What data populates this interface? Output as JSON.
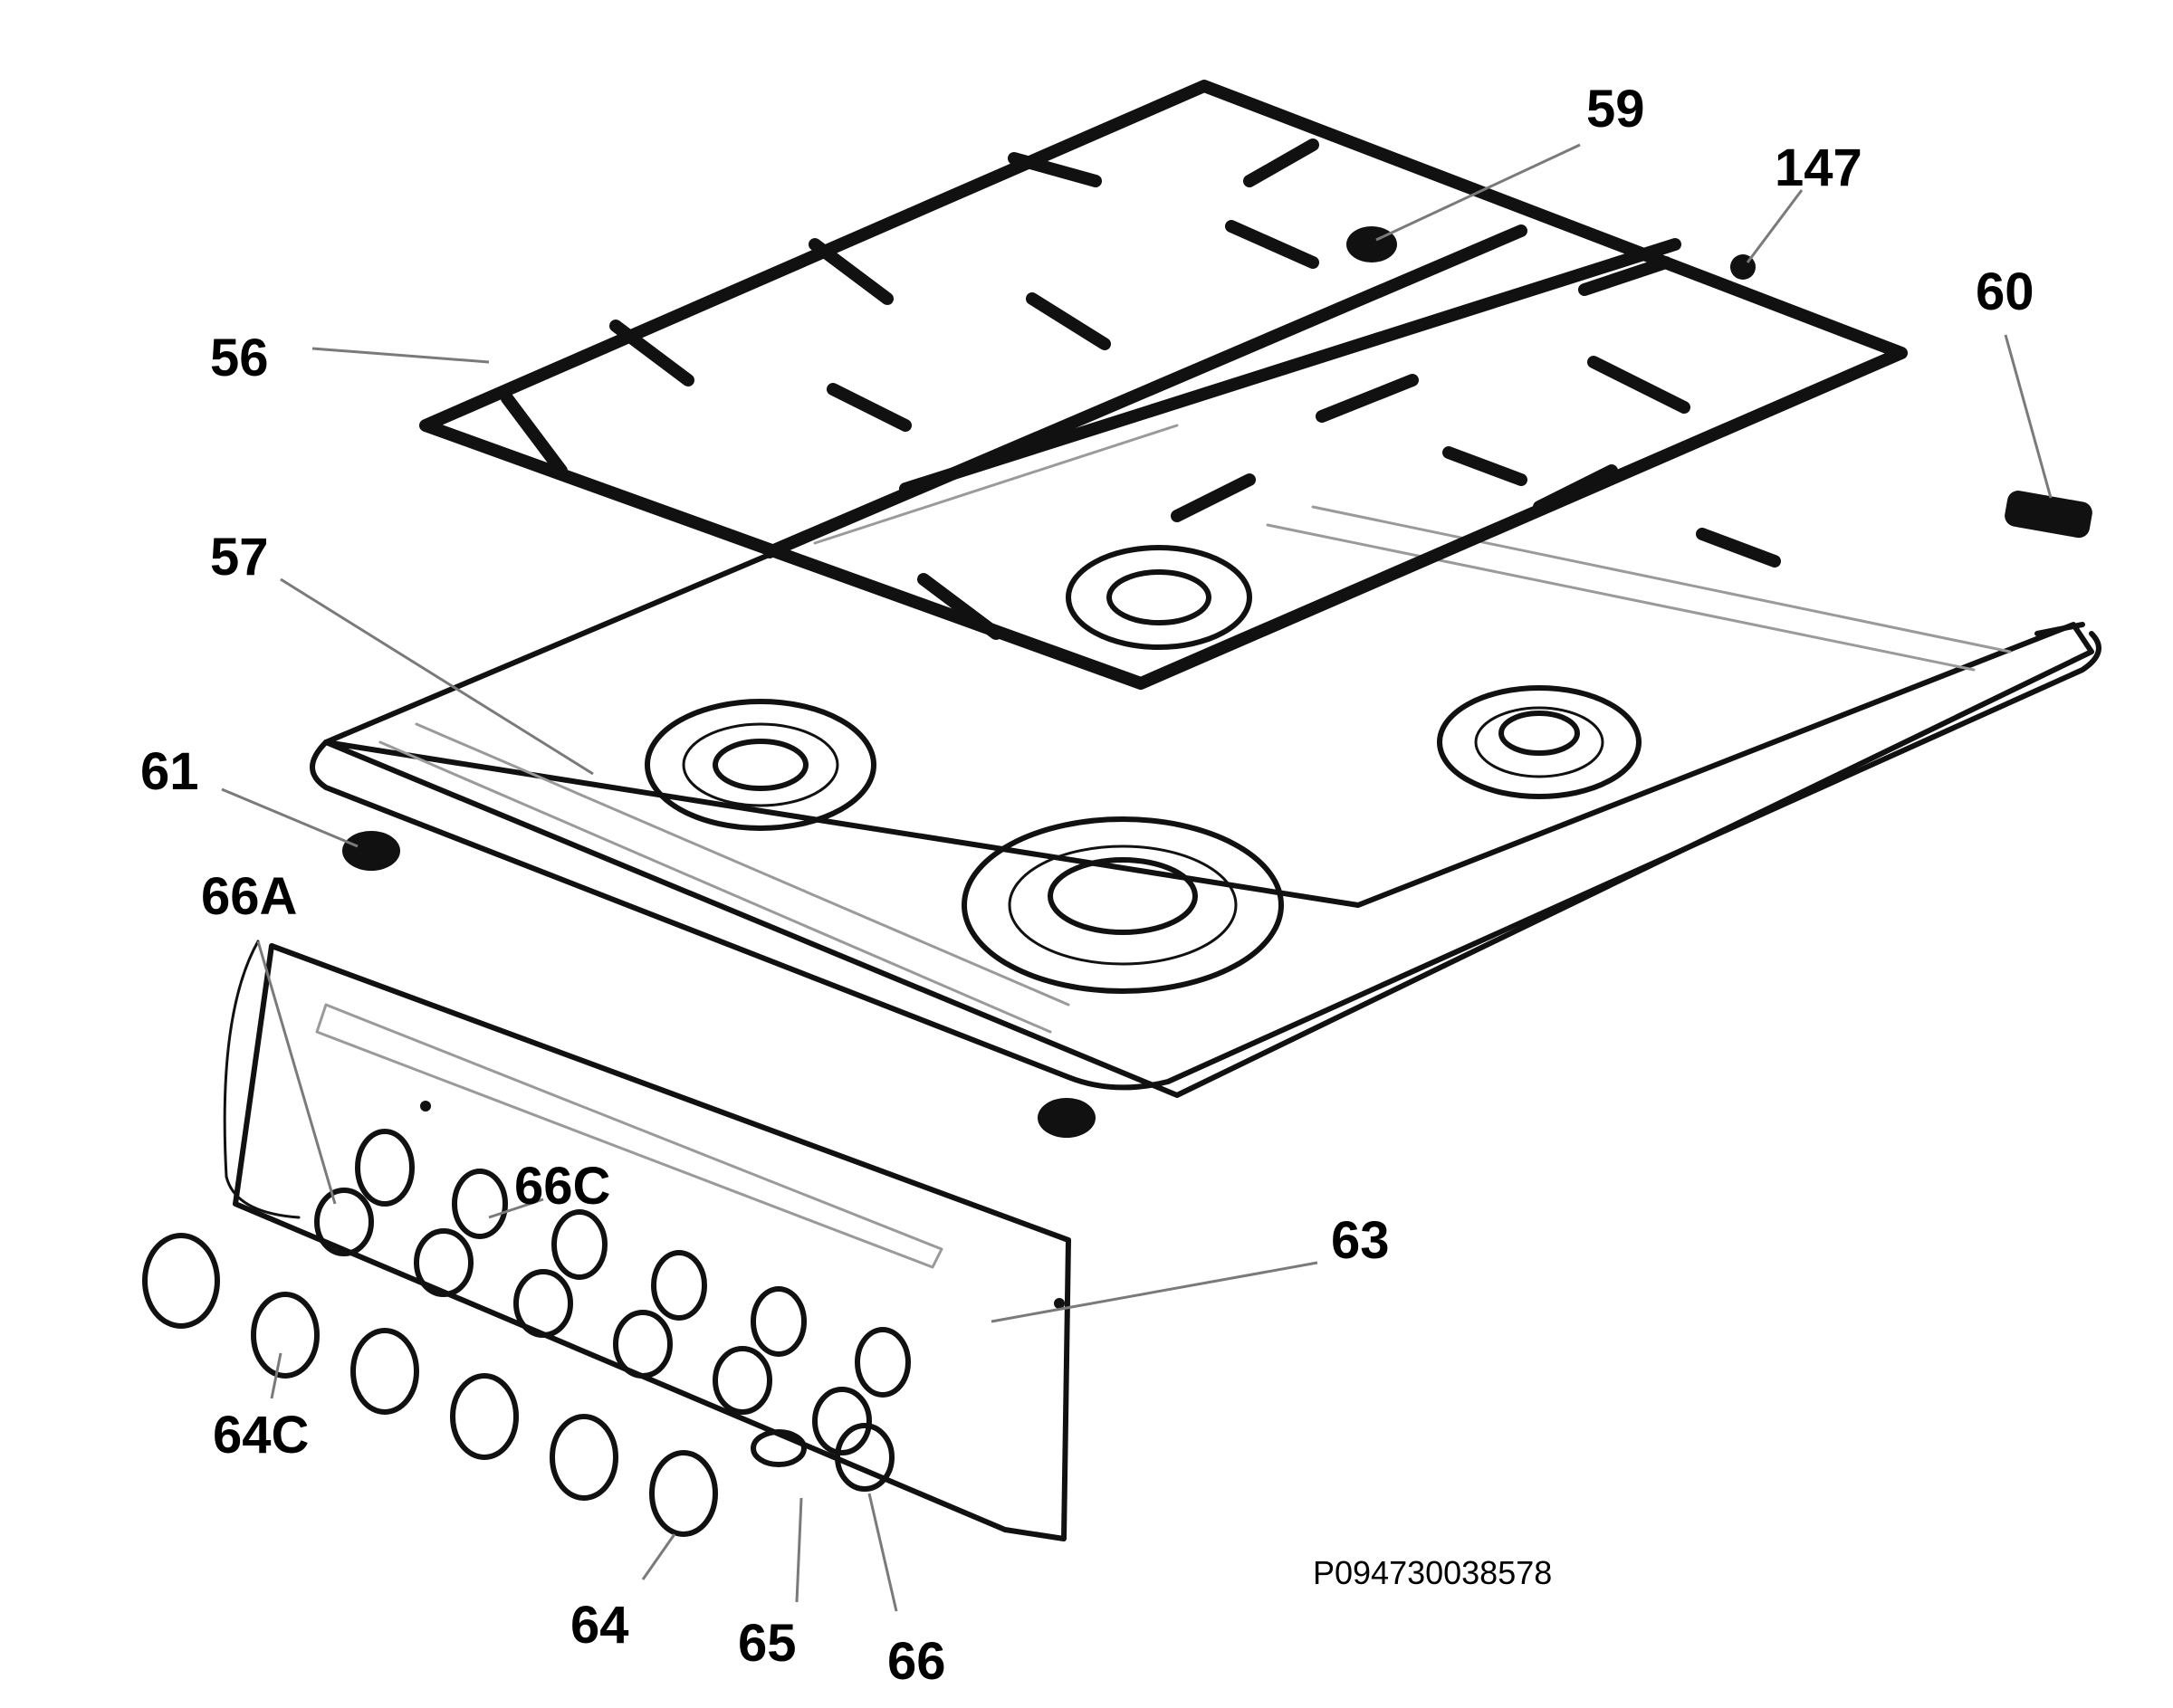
{
  "labels": {
    "56": "56",
    "57": "57",
    "59": "59",
    "60": "60",
    "61": "61",
    "63": "63",
    "64": "64",
    "65": "65",
    "66": "66",
    "147": "147",
    "66A": "66A",
    "66C": "66C",
    "64C": "64C"
  },
  "drawing_code": "P094730038578"
}
